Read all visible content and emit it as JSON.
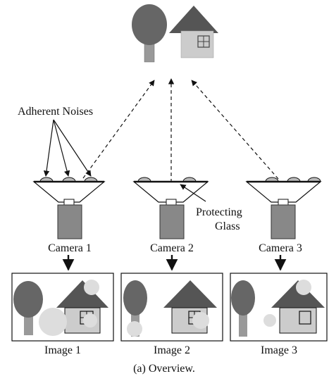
{
  "labels": {
    "adherent_noises": "Adherent Noises",
    "protecting_line1": "Protecting",
    "protecting_line2": "Glass",
    "caption": "(a) Overview."
  },
  "cameras": [
    {
      "label": "Camera 1"
    },
    {
      "label": "Camera 2"
    },
    {
      "label": "Camera 3"
    }
  ],
  "images": [
    {
      "label": "Image 1"
    },
    {
      "label": "Image 2"
    },
    {
      "label": "Image 3"
    }
  ],
  "colors": {
    "tree_canopy": "#666666",
    "tree_trunk": "#999999",
    "house_roof": "#555555",
    "house_wall": "#cccccc",
    "camera_body": "#888888",
    "droplet": "#bbbbbb",
    "noise_blob": "#dddddd",
    "stroke": "#111111"
  }
}
